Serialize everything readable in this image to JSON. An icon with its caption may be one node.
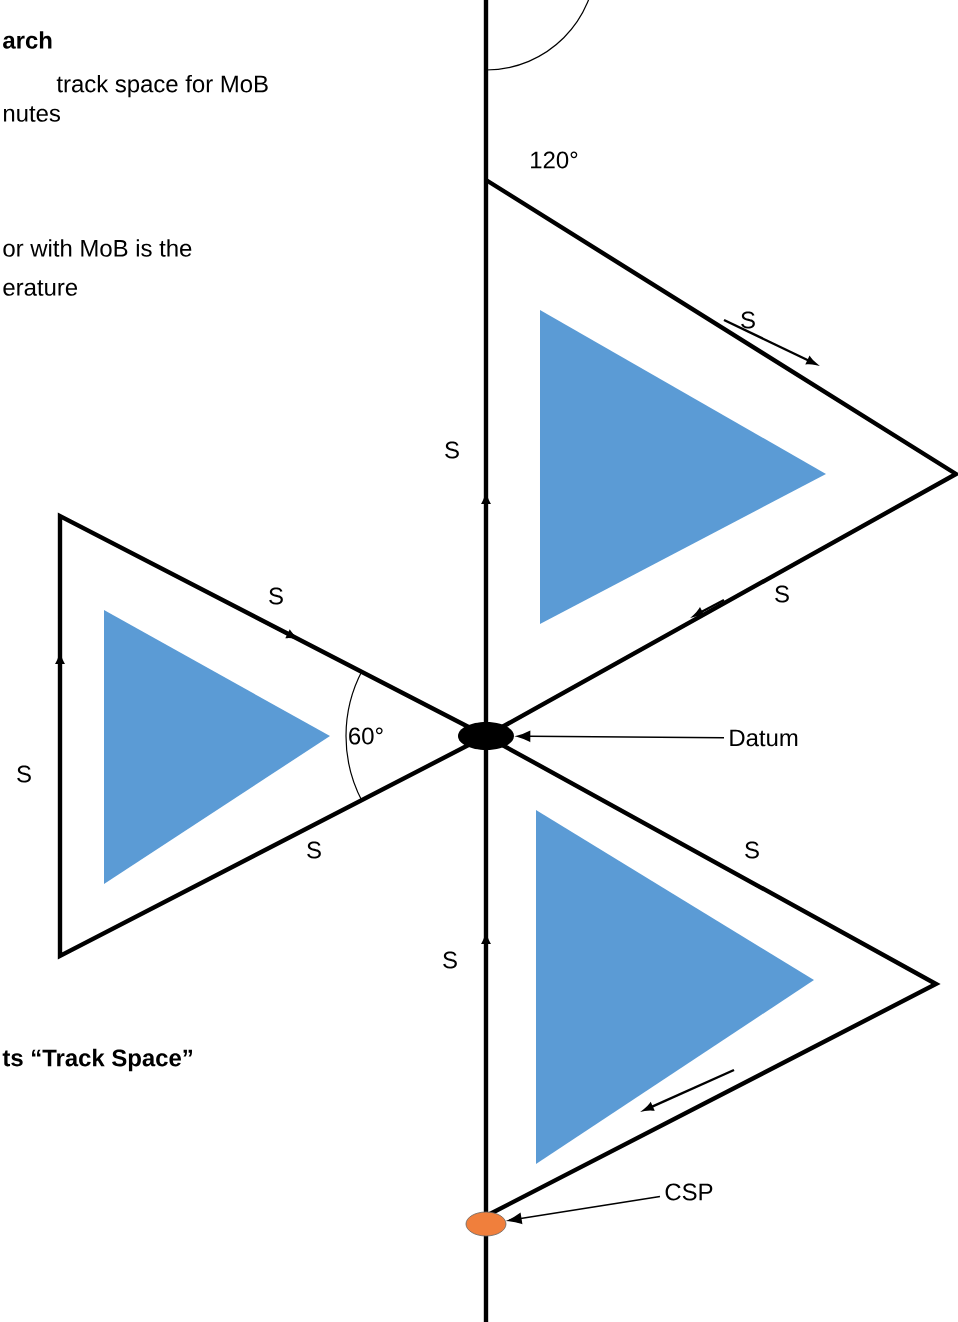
{
  "diagram": {
    "nodes": [
      {
        "text": [
          "Datum"
        ]
      },
      {
        "text": [],
        "shape": "circle"
      },
      {
        "text": [
          "CSP"
        ]
      },
      {
        "text": [],
        "shape": "circle"
      }
    ],
    "edges": [
      {
        "from": 0,
        "to": 1,
        "arrow": "to"
      },
      {
        "from": 2,
        "to": 3,
        "arrow": "to"
      }
    ],
    "labels": [
      "**arch**",
      "track space for MoB",
      "nutes",
      "or with MoB is the",
      "erature",
      "120°",
      "S",
      "S",
      "S",
      "S",
      "60°",
      "S",
      "S",
      "S",
      "S",
      "**ts “Track Space”**"
    ]
  }
}
